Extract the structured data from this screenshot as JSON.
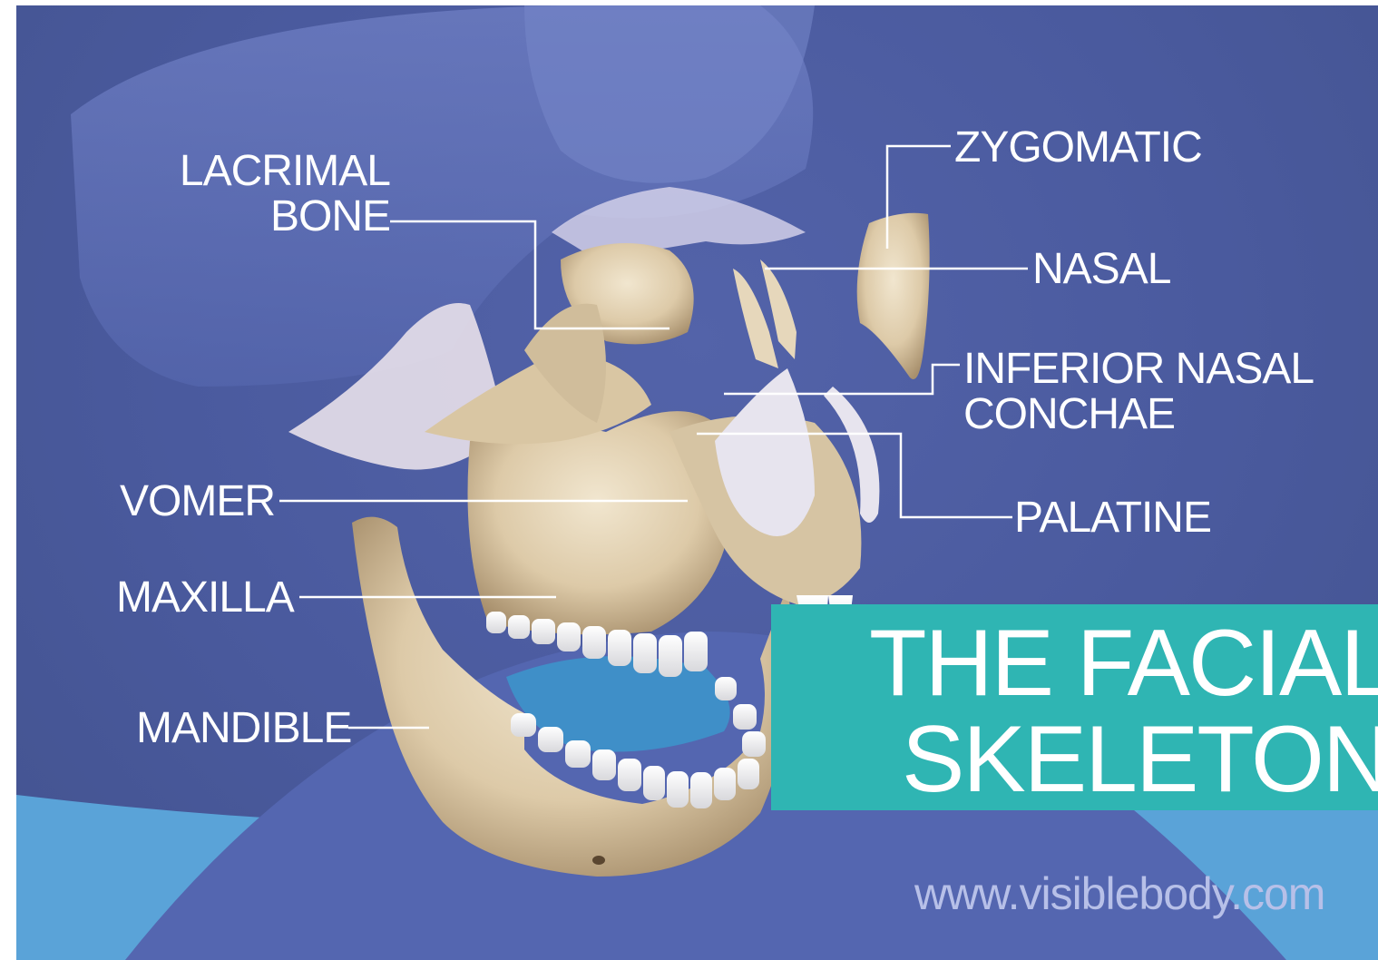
{
  "figure": {
    "title_lines": [
      "THE FACIAL",
      "SKELETON"
    ],
    "watermark": "www.visiblebody.com",
    "labels": {
      "lacrimal": [
        "LACRIMAL",
        "BONE"
      ],
      "zygomatic": "ZYGOMATIC",
      "nasal": "NASAL",
      "inferior_nasal_conchae": [
        "INFERIOR NASAL",
        "CONCHAE"
      ],
      "vomer": "VOMER",
      "palatine": "PALATINE",
      "maxilla": "MAXILLA",
      "mandible": "MANDIBLE"
    }
  },
  "colors": {
    "background": "#4a5a9e",
    "banner": "#2fb5b3",
    "bone": "#e2d2b4",
    "leader_lines": "#ffffff"
  }
}
